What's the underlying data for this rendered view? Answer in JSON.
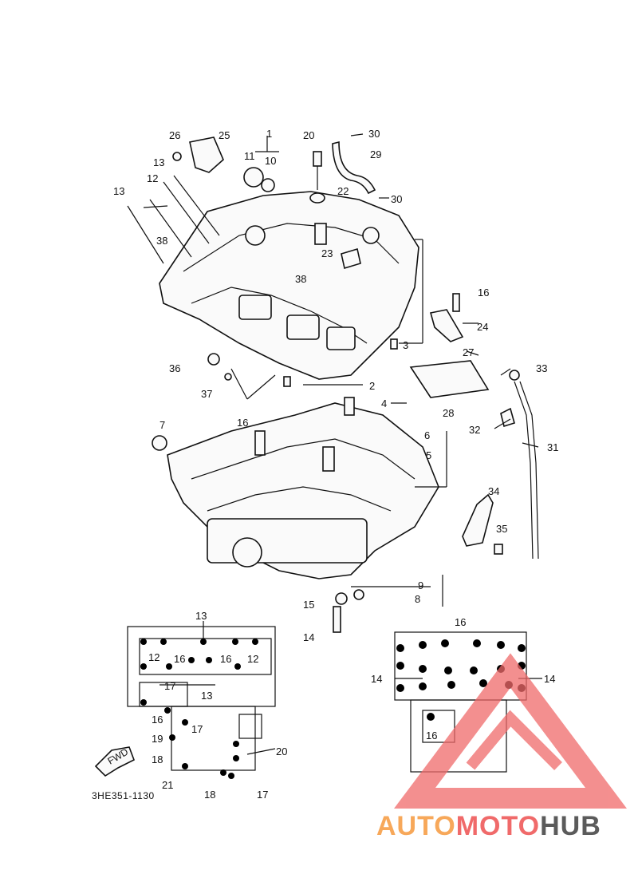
{
  "callouts": [
    "1",
    "2",
    "3",
    "4",
    "5",
    "6",
    "7",
    "8",
    "9",
    "10",
    "11",
    "12",
    "13",
    "14",
    "15",
    "16",
    "17",
    "18",
    "19",
    "20",
    "21",
    "22",
    "23",
    "24",
    "25",
    "26",
    "27",
    "28",
    "29",
    "30",
    "31",
    "32",
    "33",
    "34",
    "35",
    "36",
    "37",
    "38"
  ],
  "bottom_left": {
    "labels": [
      "13",
      "12",
      "16",
      "16",
      "12",
      "17",
      "13",
      "16",
      "17",
      "19",
      "18",
      "20",
      "21",
      "18",
      "17"
    ]
  },
  "bottom_right": {
    "labels": [
      "16",
      "14",
      "14",
      "16"
    ]
  },
  "fwd": "FWD",
  "diagram_code": "3HE351-1130",
  "watermark": {
    "part1": "AUTO",
    "part2": "MOTO",
    "part3": "HUB",
    "colors": {
      "auto": "#f7a85a",
      "moto": "#f06a6a",
      "hub": "#5b5b5b"
    }
  }
}
